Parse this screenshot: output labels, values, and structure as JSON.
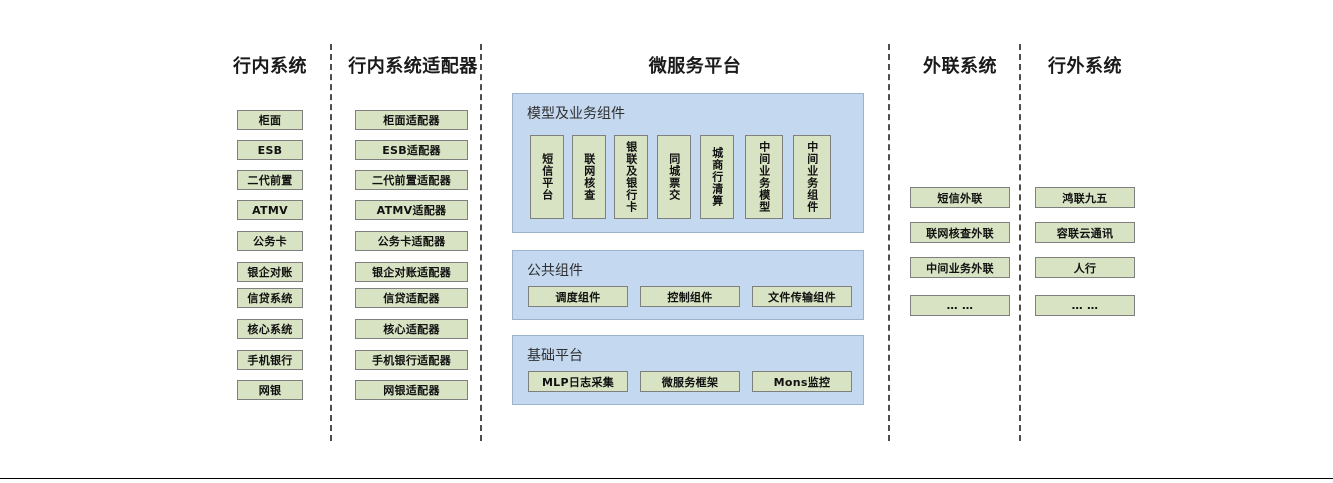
{
  "diagram": {
    "colors": {
      "node_fill": "#d7e3c3",
      "node_border": "#7f7f7f",
      "panel_fill": "#c4d8f0",
      "panel_border": "#9bb3cc",
      "divider": "#4d4d4d",
      "text": "#111111"
    },
    "columns": [
      {
        "id": "in-bank-systems",
        "header": "行内系统",
        "items": [
          "柜面",
          "ESB",
          "二代前置",
          "ATMV",
          "公务卡",
          "银企对账",
          "信贷系统",
          "核心系统",
          "手机银行",
          "网银"
        ]
      },
      {
        "id": "in-bank-adapters",
        "header": "行内系统适配器",
        "items": [
          "柜面适配器",
          "ESB适配器",
          "二代前置适配器",
          "ATMV适配器",
          "公务卡适配器",
          "银企对账适配器",
          "信贷适配器",
          "核心适配器",
          "手机银行适配器",
          "网银适配器"
        ]
      },
      {
        "id": "microservice-platform",
        "header": "微服务平台",
        "panels": [
          {
            "id": "model-business-components",
            "title": "模型及业务组件",
            "orientation": "vertical",
            "items": [
              "短信平台",
              "联网核查",
              "银联及银行卡",
              "同城票交",
              "城商行清算",
              "中间业务模型",
              "中间业务组件"
            ]
          },
          {
            "id": "public-components",
            "title": "公共组件",
            "orientation": "horizontal",
            "items": [
              "调度组件",
              "控制组件",
              "文件传输组件"
            ]
          },
          {
            "id": "base-platform",
            "title": "基础平台",
            "orientation": "horizontal",
            "items": [
              "MLP日志采集",
              "微服务框架",
              "Mons监控"
            ]
          }
        ]
      },
      {
        "id": "external-link-systems",
        "header": "外联系统",
        "items": [
          "短信外联",
          "联网核查外联",
          "中间业务外联",
          "… …"
        ]
      },
      {
        "id": "out-of-bank-systems",
        "header": "行外系统",
        "items": [
          "鸿联九五",
          "容联云通讯",
          "人行",
          "… …"
        ]
      }
    ]
  }
}
